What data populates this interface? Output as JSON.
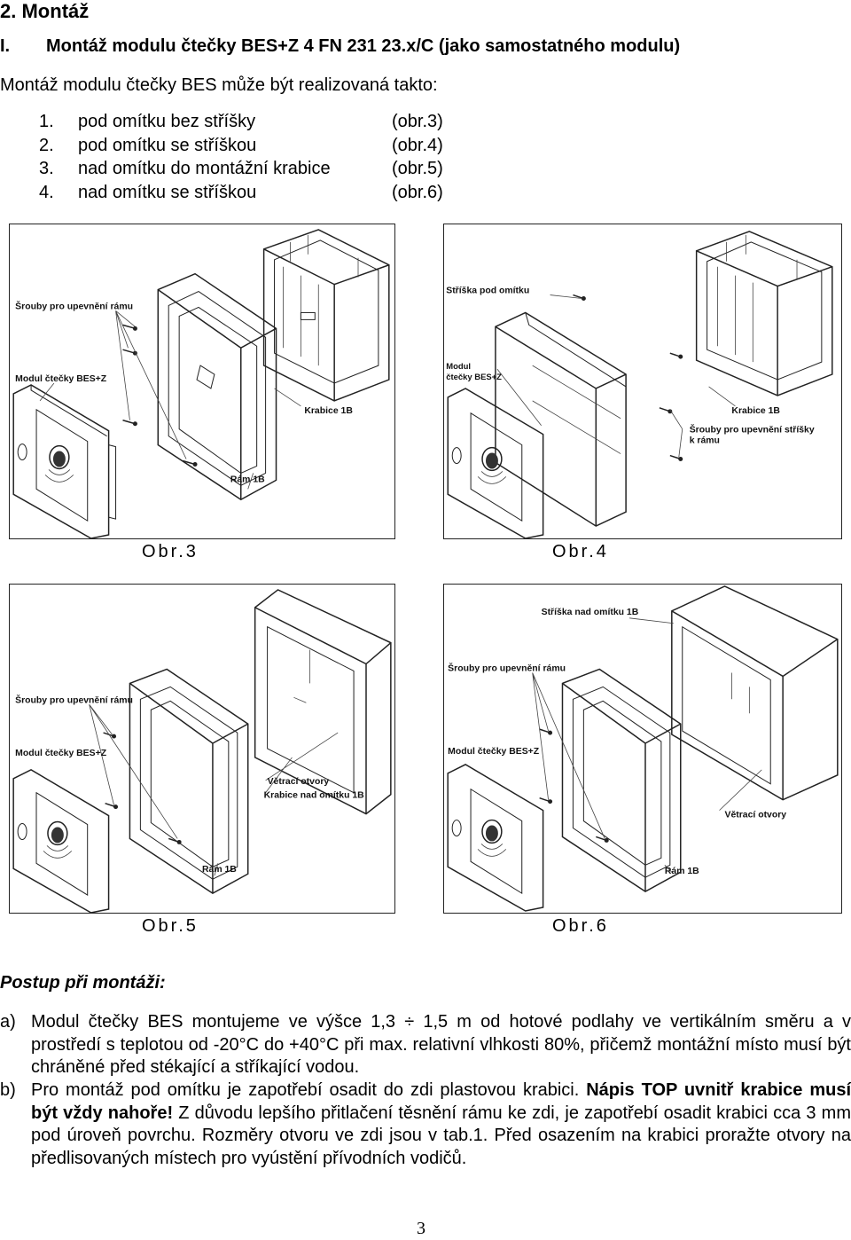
{
  "heading": {
    "number": "2.",
    "title": "Montáž"
  },
  "subheading": {
    "number": "I.",
    "title": "Montáž modulu čtečky BES+Z  4 FN 231 23.x/C  (jako samostatného modulu)"
  },
  "intro": "Montáž modulu čtečky BES může být realizovaná takto:",
  "options": [
    {
      "num": "1.",
      "text": "pod omítku bez stříšky",
      "ref": "(obr.3)"
    },
    {
      "num": "2.",
      "text": "pod omítku se stříškou",
      "ref": "(obr.4)"
    },
    {
      "num": "3.",
      "text": "nad omítku do montážní krabice",
      "ref": "(obr.5)"
    },
    {
      "num": "4.",
      "text": "nad omítku se stříškou",
      "ref": "(obr.6)"
    }
  ],
  "figures": {
    "fig3": {
      "caption": "Obr.3",
      "labels": {
        "screws": "Šrouby pro upevnění rámu",
        "module": "Modul čtečky BES+Z",
        "box": "Krabice 1B",
        "frame": "Rám 1B"
      }
    },
    "fig4": {
      "caption": "Obr.4",
      "labels": {
        "roof": "Stříška pod omítku",
        "module_1": "Modul",
        "module_2": "čtečky BES+Z",
        "box": "Krabice 1B",
        "screws_1": "Šrouby pro upevnění stříšky",
        "screws_2": "k rámu"
      }
    },
    "fig5": {
      "caption": "Obr.5",
      "labels": {
        "screws": "Šrouby pro upevnění rámu",
        "module": "Modul čtečky BES+Z",
        "vents": "Větrací otvory",
        "box": "Krabice nad omítku 1B",
        "frame": "Rám 1B"
      }
    },
    "fig6": {
      "caption": "Obr.6",
      "labels": {
        "roof": "Stříška nad omítku 1B",
        "screws": "Šrouby pro upevnění rámu",
        "module": "Modul čtečky BES+Z",
        "vents": "Větrací otvory",
        "frame": "Rám 1B"
      }
    }
  },
  "procedure_title": "Postup při montáži:",
  "procedure": [
    {
      "marker": "a)",
      "text": "Modul čtečky BES montujeme ve výšce 1,3 ÷ 1,5 m od hotové podlahy ve vertikálním směru a v prostředí s teplotou od -20°C do +40°C při max. relativní vlhkosti 80%, přičemž montážní místo musí být chráněné před stékající a stříkající vodou."
    },
    {
      "marker": "b)",
      "text_1": "Pro montáž pod omítku je zapotřebí osadit do zdi plastovou krabici. ",
      "bold": "Nápis TOP uvnitř krabice musí být vždy nahoře!",
      "text_2": " Z důvodu lepšího přitlačení těsnění rámu ke zdi, je zapotřebí osadit krabici cca 3 mm pod úroveň povrchu. Rozměry otvoru ve zdi jsou v tab.1. Před osazením na krabici proražte otvory na předlisovaných místech pro vyústění přívodních vodičů."
    }
  ],
  "page_number": "3"
}
